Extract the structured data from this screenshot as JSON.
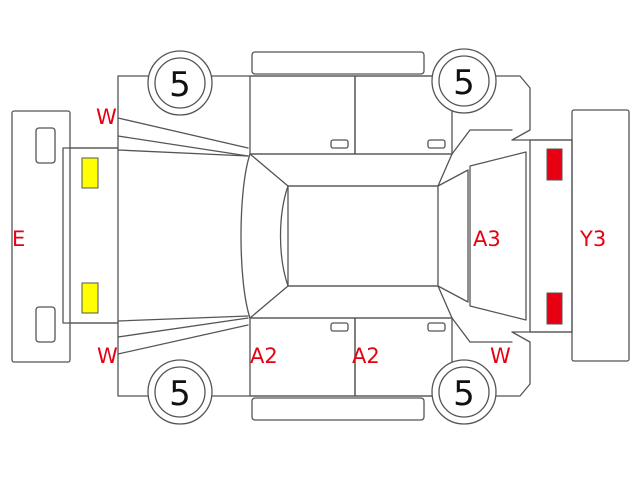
{
  "colors": {
    "outline": "#555555",
    "code_text": "#e60012",
    "light_yellow": "#ffff00",
    "light_red": "#e60012"
  },
  "tires": {
    "front_left": "5",
    "front_right": "5",
    "rear_left": "5",
    "rear_right": "5"
  },
  "codes": {
    "front_bumper": "E",
    "rear_bumper": "Y3",
    "rear_window": "A3",
    "left_fender_upper": "W",
    "left_fender_lower": "W",
    "right_rear_fender": "W",
    "front_door_lower": "A2",
    "rear_door_lower": "A2"
  }
}
